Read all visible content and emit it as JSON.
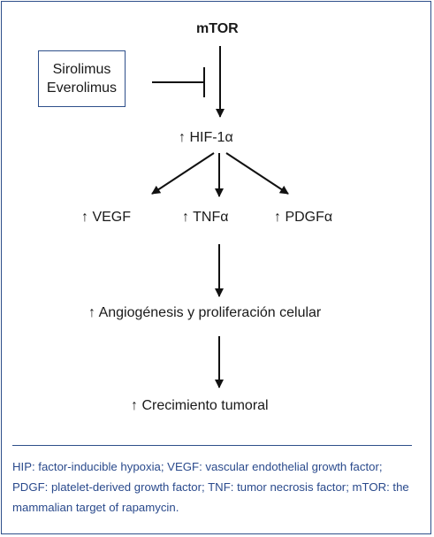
{
  "nodes": {
    "mtor": "mTOR",
    "inhibitor_line1": "Sirolimus",
    "inhibitor_line2": "Everolimus",
    "hif": "↑ HIF-1α",
    "vegf": "↑ VEGF",
    "tnf": "↑ TNFα",
    "pdgf": "↑ PDGFα",
    "angio": "↑ Angiogénesis y proliferación celular",
    "growth": "↑ Crecimiento tumoral"
  },
  "footnote": "HIP: factor-inducible hypoxia; VEGF: vascular endothelial growth factor; PDGF: platelet-derived growth factor; TNF: tumor necrosis factor; mTOR: the mammalian target of rapamycin.",
  "colors": {
    "border": "#2e4f8a",
    "footnote_text": "#2a4a8c",
    "arrow": "#111111"
  }
}
